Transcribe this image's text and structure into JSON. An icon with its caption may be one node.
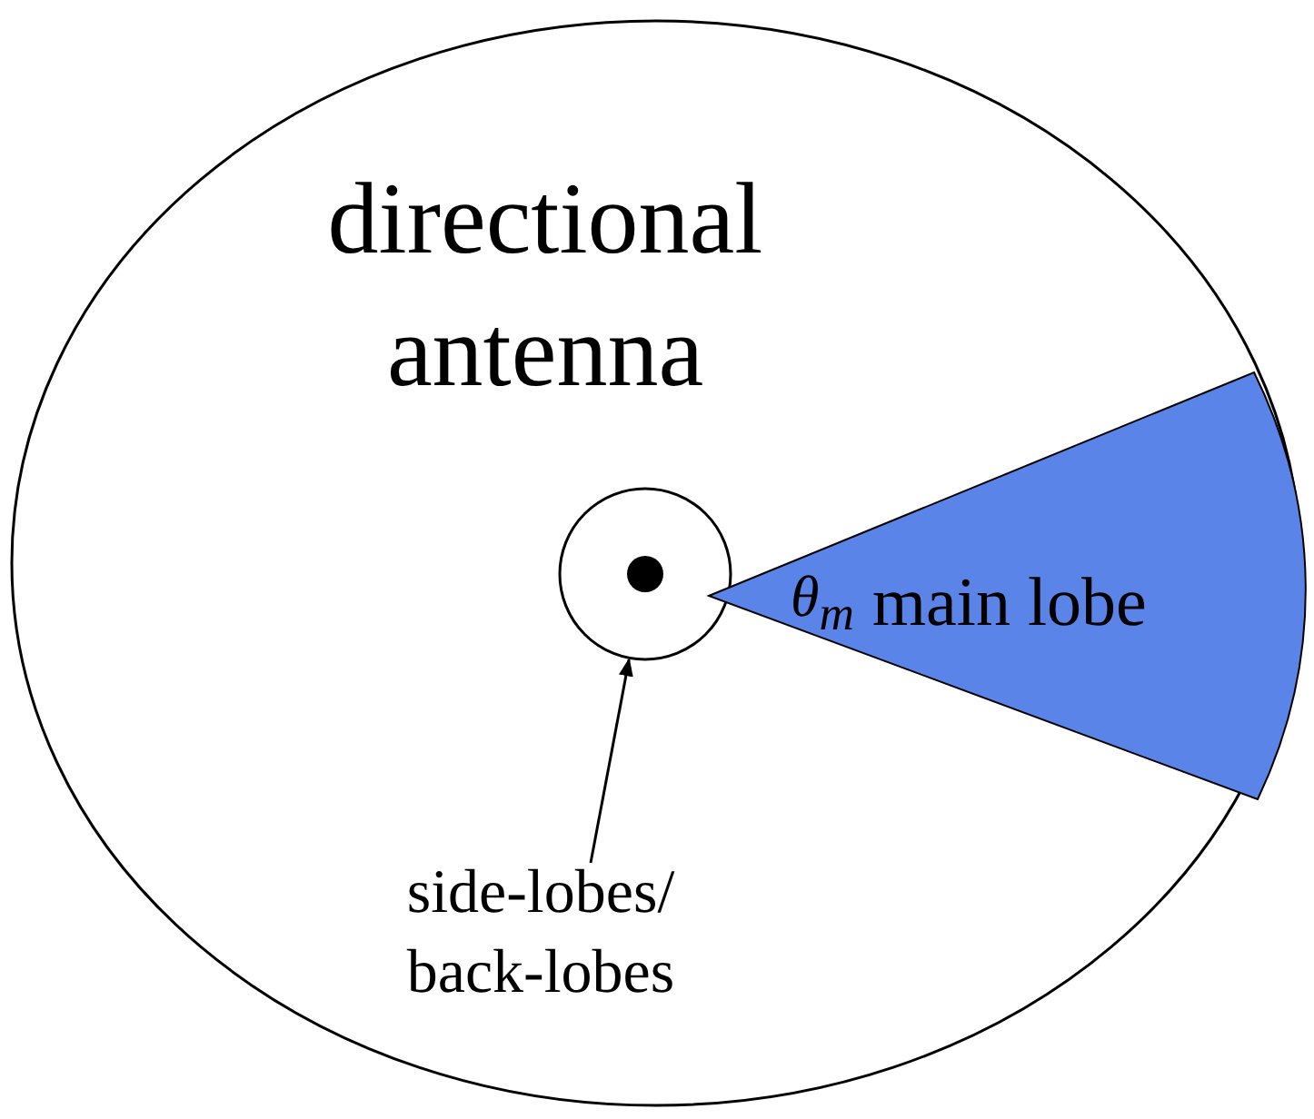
{
  "diagram": {
    "nodes": [
      {
        "text": [
          "directional antenna"
        ]
      },
      {
        "text": [],
        "shape": "circle",
        "in": 0
      },
      {
        "text": [],
        "shape": "circle",
        "in": 1
      },
      {
        "text": [
          "θ$_{m}$",
          "main lobe"
        ],
        "in": 0
      },
      {
        "text": [
          "side-lobes/ back-lobes"
        ],
        "in": 0
      }
    ],
    "edges": [
      {
        "from": 4,
        "to": 1,
        "arrow": "to"
      }
    ]
  }
}
